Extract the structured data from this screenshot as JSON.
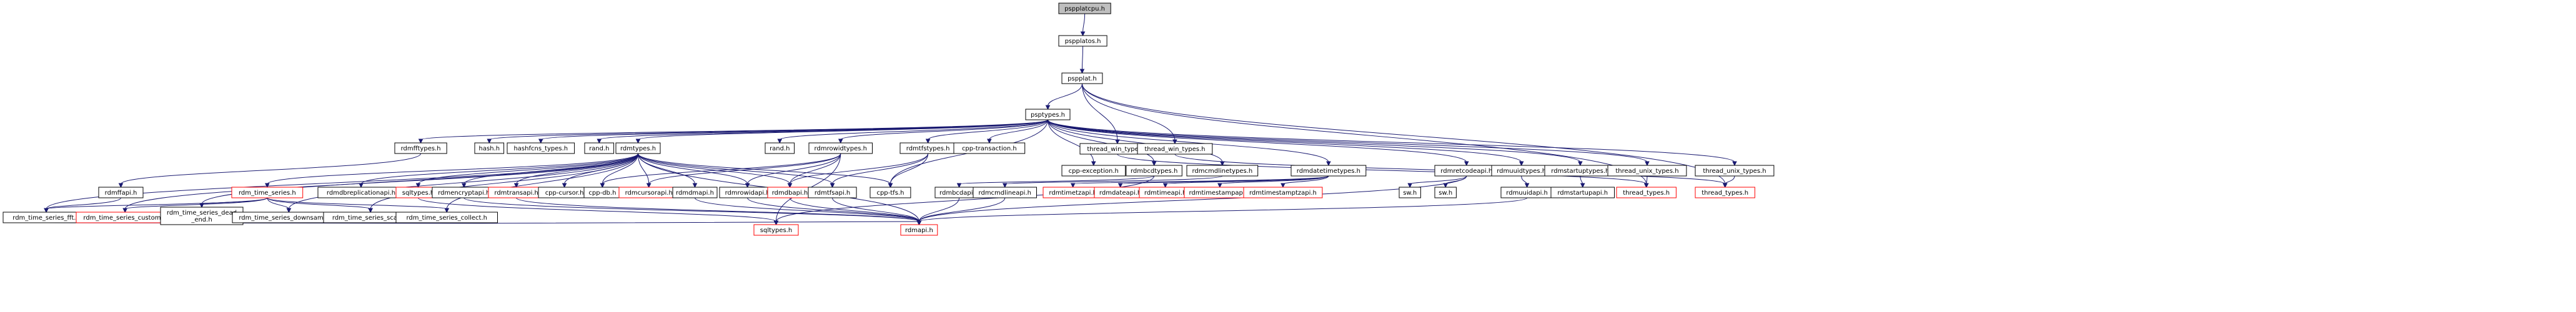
{
  "colors": {
    "edge": "#191970",
    "root_fill": "#bfbfbf",
    "root_stroke": "#000000",
    "node_fill": "#ffffff",
    "node_stroke": "#000000",
    "missing_stroke": "#ff0000"
  },
  "nodes": [
    {
      "id": "pspplatcpu",
      "label": "pspplatcpu.h",
      "kind": "root"
    },
    {
      "id": "psplatos",
      "label": "pspplatos.h",
      "kind": "normal"
    },
    {
      "id": "psplat",
      "label": "pspplat.h",
      "kind": "normal"
    },
    {
      "id": "psptypes",
      "label": "psptypes.h",
      "kind": "normal"
    },
    {
      "id": "thread_win_types_a",
      "label": "thread_win_types.h",
      "kind": "normal"
    },
    {
      "id": "thread_win_types_b",
      "label": "thread_win_types.h",
      "kind": "normal"
    },
    {
      "id": "rdmfftypes",
      "label": "rdmfftypes.h",
      "kind": "normal"
    },
    {
      "id": "hash",
      "label": "hash.h",
      "kind": "normal"
    },
    {
      "id": "hashfcns_types",
      "label": "hashfcns_types.h",
      "kind": "normal"
    },
    {
      "id": "rand_a",
      "label": "rand.h",
      "kind": "normal"
    },
    {
      "id": "rdmtypes",
      "label": "rdmtypes.h",
      "kind": "normal"
    },
    {
      "id": "rand_b",
      "label": "rand.h",
      "kind": "normal"
    },
    {
      "id": "rdmrowidtypes",
      "label": "rdmrowidtypes.h",
      "kind": "normal"
    },
    {
      "id": "rdmtfstypes",
      "label": "rdmtfstypes.h",
      "kind": "normal"
    },
    {
      "id": "cpp_transaction",
      "label": "cpp-transaction.h",
      "kind": "normal"
    },
    {
      "id": "cpp_exception",
      "label": "cpp-exception.h",
      "kind": "normal"
    },
    {
      "id": "rdmbcdtypes",
      "label": "rdmbcdtypes.h",
      "kind": "normal"
    },
    {
      "id": "rdmcmdlinetypes",
      "label": "rdmcmdlinetypes.h",
      "kind": "normal"
    },
    {
      "id": "rdmdatetimetypes",
      "label": "rdmdatetimetypes.h",
      "kind": "normal"
    },
    {
      "id": "rdmretcodeapi",
      "label": "rdmretcodeapi.h",
      "kind": "normal"
    },
    {
      "id": "rdmuuidtypes",
      "label": "rdmuuidtypes.h",
      "kind": "normal"
    },
    {
      "id": "rdmstartuptypes",
      "label": "rdmstartuptypes.h",
      "kind": "normal"
    },
    {
      "id": "thread_unix_types_a",
      "label": "thread_unix_types.h",
      "kind": "normal"
    },
    {
      "id": "thread_unix_types_b",
      "label": "thread_unix_types.h",
      "kind": "normal"
    },
    {
      "id": "rdmffapi",
      "label": "rdmffapi.h",
      "kind": "normal"
    },
    {
      "id": "rdm_time_series",
      "label": "rdm_time_series.h",
      "kind": "missing"
    },
    {
      "id": "rdmdbreplicationapi",
      "label": "rdmdbreplicationapi.h",
      "kind": "normal"
    },
    {
      "id": "sqltypes_a",
      "label": "sqltypes.h",
      "kind": "missing"
    },
    {
      "id": "rdmencryptapi",
      "label": "rdmencryptapi.h",
      "kind": "normal"
    },
    {
      "id": "rdmtransapi",
      "label": "rdmtransapi.h",
      "kind": "missing"
    },
    {
      "id": "cpp_cursor",
      "label": "cpp-cursor.h",
      "kind": "normal"
    },
    {
      "id": "cpp_db",
      "label": "cpp-db.h",
      "kind": "normal"
    },
    {
      "id": "rdmcursorapi",
      "label": "rdmcursorapi.h",
      "kind": "missing"
    },
    {
      "id": "rdmdmapi",
      "label": "rdmdmapi.h",
      "kind": "normal"
    },
    {
      "id": "rdmrowidapi",
      "label": "rdmrowidapi.h",
      "kind": "normal"
    },
    {
      "id": "rdmdbapi",
      "label": "rdmdbapi.h",
      "kind": "missing"
    },
    {
      "id": "rdmtfsapi",
      "label": "rdmtfsapi.h",
      "kind": "normal"
    },
    {
      "id": "cpp_tfs",
      "label": "cpp-tfs.h",
      "kind": "normal"
    },
    {
      "id": "rdmbcdapi",
      "label": "rdmbcdapi.h",
      "kind": "normal"
    },
    {
      "id": "rdmcmdlineapi",
      "label": "rdmcmdlineapi.h",
      "kind": "normal"
    },
    {
      "id": "rdmtimetzapi",
      "label": "rdmtimetzapi.h",
      "kind": "missing"
    },
    {
      "id": "rdmdateapi",
      "label": "rdmdateapi.h",
      "kind": "missing"
    },
    {
      "id": "rdmtimeapi",
      "label": "rdmtimeapi.h",
      "kind": "missing"
    },
    {
      "id": "rdmtimestampapi",
      "label": "rdmtimestampapi.h",
      "kind": "missing"
    },
    {
      "id": "rdmtimestamptzapi",
      "label": "rdmtimestamptzapi.h",
      "kind": "missing"
    },
    {
      "id": "sw_a",
      "label": "sw.h",
      "kind": "normal"
    },
    {
      "id": "sw_b",
      "label": "sw.h",
      "kind": "normal"
    },
    {
      "id": "rdmuuidapi",
      "label": "rdmuuidapi.h",
      "kind": "normal"
    },
    {
      "id": "rdmstartupapi",
      "label": "rdmstartupapi.h",
      "kind": "normal"
    },
    {
      "id": "thread_types_a",
      "label": "thread_types.h",
      "kind": "missing"
    },
    {
      "id": "thread_types_b",
      "label": "thread_types.h",
      "kind": "missing"
    },
    {
      "id": "rdm_time_series_fft",
      "label": "rdm_time_series_fft.h",
      "kind": "normal"
    },
    {
      "id": "rdm_time_series_custom",
      "label": "rdm_time_series_custom.h",
      "kind": "missing"
    },
    {
      "id": "rdm_time_series_dead_end",
      "label": "rdm_time_series_dead\n_end.h",
      "kind": "normal"
    },
    {
      "id": "rdm_time_series_downsample",
      "label": "rdm_time_series_downsample.h",
      "kind": "normal"
    },
    {
      "id": "rdm_time_series_scale",
      "label": "rdm_time_series_scale.h",
      "kind": "normal"
    },
    {
      "id": "rdm_time_series_collect",
      "label": "rdm_time_series_collect.h",
      "kind": "normal"
    },
    {
      "id": "sqltypes_b",
      "label": "sqltypes.h",
      "kind": "missing"
    },
    {
      "id": "rdmapi",
      "label": "rdmapi.h",
      "kind": "missing"
    }
  ],
  "edges": [
    [
      "pspplatcpu",
      "psplatos"
    ],
    [
      "psplatos",
      "psplat"
    ],
    [
      "psplat",
      "psptypes"
    ],
    [
      "psplat",
      "thread_win_types_a"
    ],
    [
      "psplat",
      "thread_win_types_b"
    ],
    [
      "psplat",
      "thread_types_a"
    ],
    [
      "psplat",
      "thread_types_b"
    ],
    [
      "psptypes",
      "rdmfftypes"
    ],
    [
      "psptypes",
      "hash"
    ],
    [
      "psptypes",
      "hashfcns_types"
    ],
    [
      "psptypes",
      "rand_a"
    ],
    [
      "psptypes",
      "rdmtypes"
    ],
    [
      "psptypes",
      "rand_b"
    ],
    [
      "psptypes",
      "rdmrowidtypes"
    ],
    [
      "psptypes",
      "rdmtfstypes"
    ],
    [
      "psptypes",
      "cpp_transaction"
    ],
    [
      "psptypes",
      "cpp_exception"
    ],
    [
      "psptypes",
      "rdmbcdtypes"
    ],
    [
      "psptypes",
      "rdmcmdlinetypes"
    ],
    [
      "psptypes",
      "rdmdatetimetypes"
    ],
    [
      "psptypes",
      "rdmretcodeapi"
    ],
    [
      "psptypes",
      "rdmuuidtypes"
    ],
    [
      "psptypes",
      "rdmstartuptypes"
    ],
    [
      "psptypes",
      "thread_unix_types_a"
    ],
    [
      "psptypes",
      "thread_unix_types_b"
    ],
    [
      "psptypes",
      "cpp_tfs"
    ],
    [
      "thread_win_types_a",
      "thread_types_a"
    ],
    [
      "thread_win_types_b",
      "thread_types_b"
    ],
    [
      "thread_unix_types_a",
      "thread_types_a"
    ],
    [
      "thread_unix_types_b",
      "thread_types_b"
    ],
    [
      "rdmfftypes",
      "rdmffapi"
    ],
    [
      "rdmffapi",
      "rdm_time_series_fft"
    ],
    [
      "rdmtypes",
      "rdm_time_series"
    ],
    [
      "rdmtypes",
      "rdmdbreplicationapi"
    ],
    [
      "rdmtypes",
      "sqltypes_a"
    ],
    [
      "rdmtypes",
      "rdmencryptapi"
    ],
    [
      "rdmtypes",
      "rdmtransapi"
    ],
    [
      "rdmtypes",
      "cpp_cursor"
    ],
    [
      "rdmtypes",
      "cpp_db"
    ],
    [
      "rdmtypes",
      "rdmcursorapi"
    ],
    [
      "rdmtypes",
      "rdmdmapi"
    ],
    [
      "rdmtypes",
      "rdmrowidapi"
    ],
    [
      "rdmtypes",
      "rdmdbapi"
    ],
    [
      "rdmtypes",
      "rdmtfsapi"
    ],
    [
      "rdmtypes",
      "rdm_time_series_fft"
    ],
    [
      "rdmtypes",
      "rdm_time_series_custom"
    ],
    [
      "rdmtypes",
      "rdm_time_series_dead_end"
    ],
    [
      "rdmtypes",
      "rdm_time_series_downsample"
    ],
    [
      "rdmtypes",
      "rdm_time_series_scale"
    ],
    [
      "rdmtypes",
      "rdm_time_series_collect"
    ],
    [
      "rdmtypes",
      "rdmapi"
    ],
    [
      "rdmtypes",
      "cpp_tfs"
    ],
    [
      "rdm_time_series",
      "rdm_time_series_fft"
    ],
    [
      "rdm_time_series",
      "rdm_time_series_custom"
    ],
    [
      "rdm_time_series",
      "rdm_time_series_dead_end"
    ],
    [
      "rdm_time_series",
      "rdm_time_series_downsample"
    ],
    [
      "rdm_time_series",
      "rdm_time_series_scale"
    ],
    [
      "rdm_time_series",
      "rdm_time_series_collect"
    ],
    [
      "rdmrowidtypes",
      "rdmrowidapi"
    ],
    [
      "rdmrowidtypes",
      "rdmdbapi"
    ],
    [
      "rdmrowidtypes",
      "cpp_db"
    ],
    [
      "rdmrowidtypes",
      "sqltypes_b"
    ],
    [
      "rdmrowidtypes",
      "rdmcursorapi"
    ],
    [
      "rdmtfstypes",
      "rdmtfsapi"
    ],
    [
      "rdmtfstypes",
      "rdmdbapi"
    ],
    [
      "rdmtfstypes",
      "cpp_tfs"
    ],
    [
      "rdmbcdtypes",
      "rdmbcdapi"
    ],
    [
      "rdmbcdtypes",
      "sqltypes_b"
    ],
    [
      "rdmcmdlinetypes",
      "rdmcmdlineapi"
    ],
    [
      "rdmdatetimetypes",
      "rdmtimetzapi"
    ],
    [
      "rdmdatetimetypes",
      "rdmdateapi"
    ],
    [
      "rdmdatetimetypes",
      "rdmtimeapi"
    ],
    [
      "rdmdatetimetypes",
      "rdmtimestampapi"
    ],
    [
      "rdmdatetimetypes",
      "rdmtimestamptzapi"
    ],
    [
      "rdmretcodeapi",
      "sw_a"
    ],
    [
      "rdmretcodeapi",
      "sw_b"
    ],
    [
      "rdmretcodeapi",
      "rdmapi"
    ],
    [
      "rdmuuidtypes",
      "rdmuuidapi"
    ],
    [
      "rdmstartuptypes",
      "rdmstartupapi"
    ],
    [
      "sqltypes_a",
      "sqltypes_b"
    ],
    [
      "rdmencryptapi",
      "rdmapi"
    ],
    [
      "rdmtransapi",
      "rdmapi"
    ],
    [
      "rdmdmapi",
      "rdmapi"
    ],
    [
      "rdmrowidapi",
      "rdmapi"
    ],
    [
      "rdmdbapi",
      "rdmapi"
    ],
    [
      "rdmtfsapi",
      "rdmapi"
    ],
    [
      "rdmbcdapi",
      "rdmapi"
    ],
    [
      "rdmcmdlineapi",
      "rdmapi"
    ],
    [
      "rdmuuidapi",
      "rdmapi"
    ],
    [
      "rdm_time_series_fft",
      "rdmapi"
    ]
  ]
}
